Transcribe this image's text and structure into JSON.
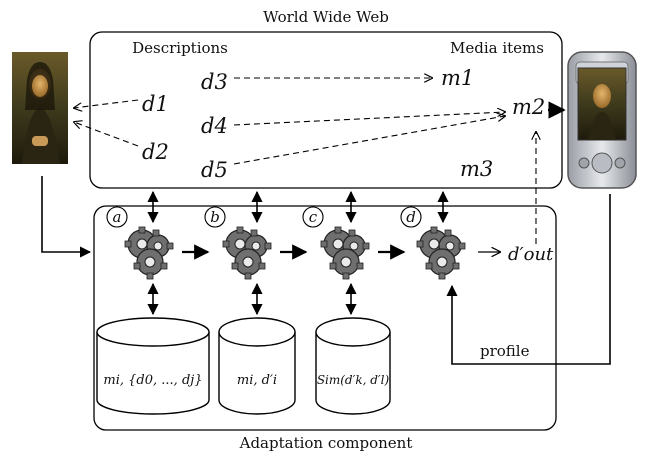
{
  "web": {
    "title": "World Wide Web",
    "descriptions_heading": "Descriptions",
    "media_heading": "Media items"
  },
  "descriptions": {
    "d1": "d1",
    "d2": "d2",
    "d3": "d3",
    "d4": "d4",
    "d5": "d5"
  },
  "media": {
    "m1": "m1",
    "m2": "m2",
    "m3": "m3"
  },
  "adaptation": {
    "title": "Adaptation component",
    "steps": [
      "a",
      "b",
      "c",
      "d"
    ],
    "output": "d′out",
    "profile": "profile"
  },
  "databases": [
    {
      "label": "mi, {d0, ..., dj}"
    },
    {
      "label": "mi, d′i"
    },
    {
      "label": "Sim(d′k, d′l)"
    }
  ],
  "colors": {
    "gear_fill": "#6f6f6f",
    "stroke": "#000000",
    "background": "#ffffff"
  }
}
